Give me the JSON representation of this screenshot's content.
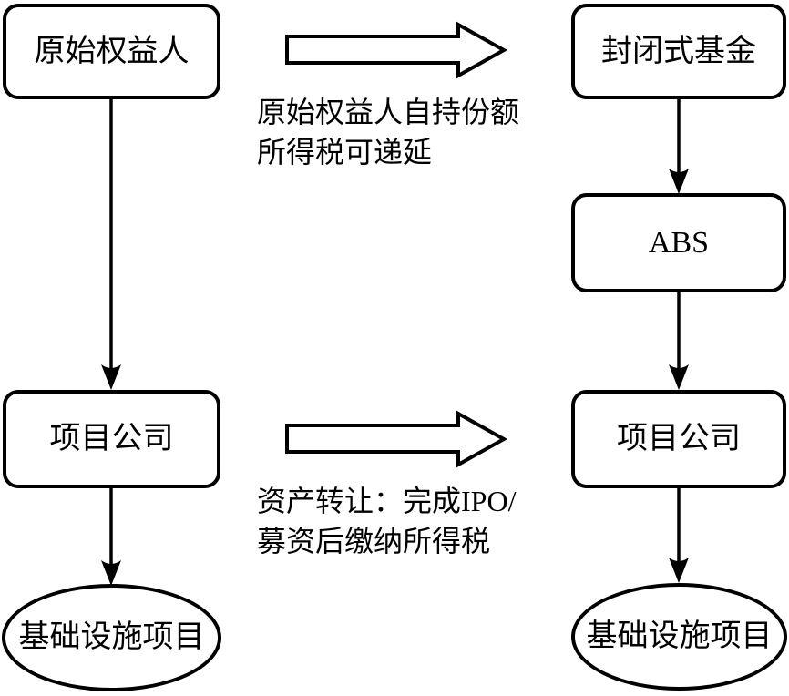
{
  "diagram": {
    "title": "",
    "nodes": {
      "left": [
        {
          "label": "原始权益人",
          "shape": "rect"
        },
        {
          "label": "项目公司",
          "shape": "rect"
        },
        {
          "label": "基础设施项目",
          "shape": "ellipse"
        }
      ],
      "right": [
        {
          "label": "封闭式基金",
          "shape": "rect"
        },
        {
          "label": "ABS",
          "shape": "rect"
        },
        {
          "label": "项目公司",
          "shape": "rect"
        },
        {
          "label": "基础设施项目",
          "shape": "ellipse"
        }
      ]
    },
    "annotations": [
      {
        "lines": [
          "原始权益人自持份额",
          "所得税可递延"
        ]
      },
      {
        "lines": [
          "资产转让：完成IPO/",
          "募资后缴纳所得税"
        ]
      }
    ],
    "colors": {
      "stroke": "#000000",
      "fill": "#ffffff"
    }
  }
}
